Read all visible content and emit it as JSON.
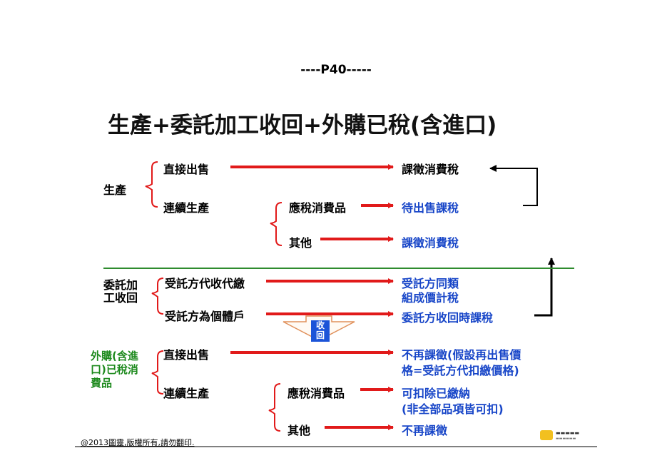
{
  "page_label": "----P40-----",
  "title": "生產+委託加工收回+外購已稅(含進口)",
  "groups": {
    "production": "生產",
    "consign_line1": "委託加",
    "consign_line2": "工收回",
    "purchase_line1": "外購(含進",
    "purchase_line2": "口)已稅消",
    "purchase_line3": "費品"
  },
  "items": {
    "direct_sale_1": "直接出售",
    "continued_prod_1": "連續生產",
    "taxable_goods_1": "應稅消費品",
    "other_1": "其他",
    "agent_collect": "受託方代收代繳",
    "agent_individual": "受託方為個體戶",
    "direct_sale_2": "直接出售",
    "continued_prod_2": "連續生產",
    "taxable_goods_2": "應稅消費品",
    "other_2": "其他"
  },
  "outcomes": {
    "levy_consumption_tax": "課徵消費稅",
    "tax_on_sale": "待出售課稅",
    "levy_consumption_tax_2": "課徵消費稅",
    "same_type_line1": "受託方同類",
    "same_type_line2": "組成價計稅",
    "tax_on_recovery": "委託方收回時課稅",
    "no_levy_line1": "不再課徵(假設再出售價",
    "no_levy_line2": "格=受託方代扣繳價格)",
    "deductible_line1": "可扣除已繳納",
    "deductible_line2": "(非全部品項皆可扣)",
    "no_levy_2": "不再課徵"
  },
  "collect_label": "收回",
  "copyright": "@2013圖靈,版權所有,請勿翻印.",
  "colors": {
    "arrow": "#e11a1a",
    "blue_text": "#1846c8",
    "green_text": "#1e8a1e",
    "divider": "#2e8b2e"
  }
}
